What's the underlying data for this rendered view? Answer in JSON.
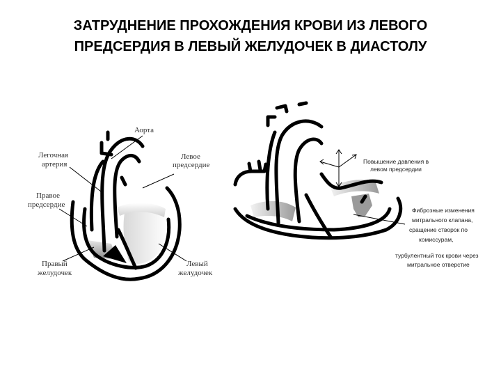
{
  "title": {
    "line1": "ЗАТРУДНЕНИЕ ПРОХОЖДЕНИЯ КРОВИ ИЗ ЛЕВОГО",
    "line2": "ПРЕДСЕРДИЯ В ЛЕВЫЙ ЖЕЛУДОЧЕК В ДИАСТОЛУ"
  },
  "left_diagram": {
    "aorta": "Аорта",
    "pulmonary_artery": [
      "Легочная",
      "артерия"
    ],
    "left_atrium": [
      "Левое",
      "предсердие"
    ],
    "right_atrium": [
      "Правое",
      "предсердие"
    ],
    "right_ventricle": [
      "Правый",
      "желудочек"
    ],
    "left_ventricle": [
      "Левый",
      "желудочек"
    ]
  },
  "right_diagram": {
    "pressure_note": [
      "Повышение давления в",
      "левом предсердии"
    ],
    "fibrosis_note": [
      "Фиброзные изменения",
      "митрального клапана,",
      "сращение створок по",
      "комиссурам,"
    ],
    "turbulent_note": [
      "турбулентный ток крови через",
      "митральное отверстие"
    ]
  }
}
